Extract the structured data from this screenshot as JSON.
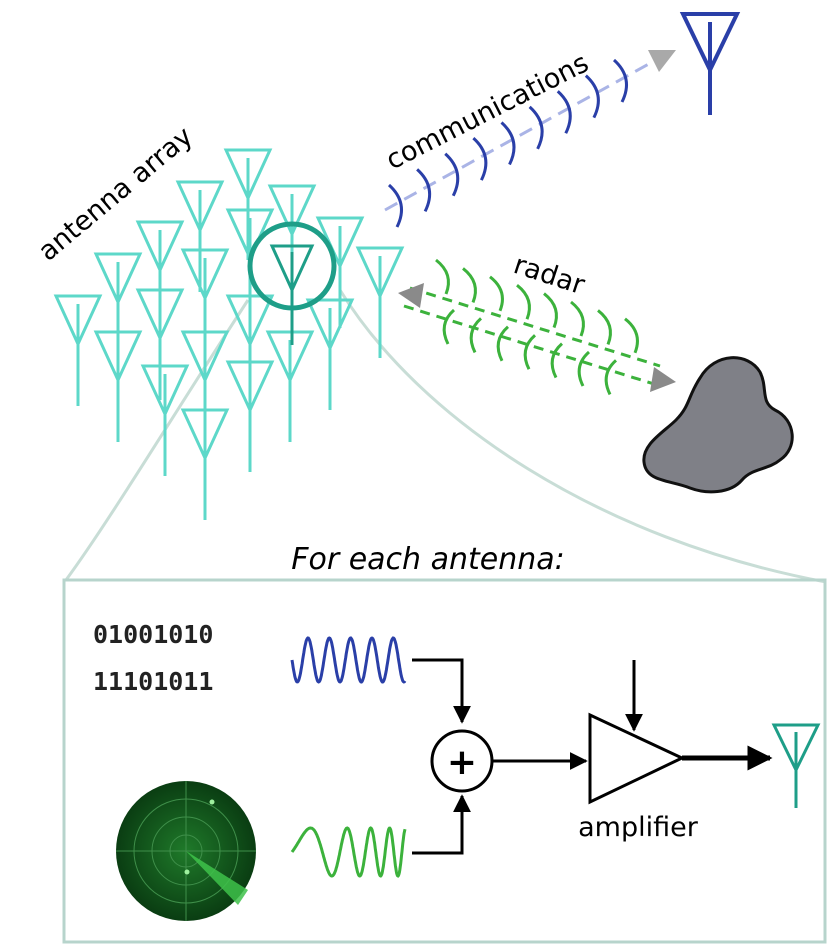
{
  "labels": {
    "antenna_array": "antenna array",
    "communications": "communications",
    "radar": "radar",
    "panel_title": "For each antenna:",
    "bits_line1": "01001010",
    "bits_line2": "11101011",
    "sum_symbol": "+",
    "amplifier": "amplifier"
  },
  "colors": {
    "array_teal": "#5dd8c9",
    "highlight_teal": "#1e9e88",
    "comm_blue": "#2a3fa8",
    "comm_dashed": "#aab4e6",
    "radar_green": "#3cb23c",
    "arrow_gray": "#8a8a8a",
    "target_gray": "#7f8087",
    "panel_border": "#b7d4cc",
    "radar_screen": "#0f5a1a",
    "ink": "#000000"
  },
  "icons": {
    "array": "antenna-icon",
    "receiver": "antenna-icon",
    "target": "blob-target-shape",
    "radar_scope": "radar-scope-icon",
    "summer": "sum-circle-icon",
    "amplifier": "amplifier-triangle-icon"
  }
}
